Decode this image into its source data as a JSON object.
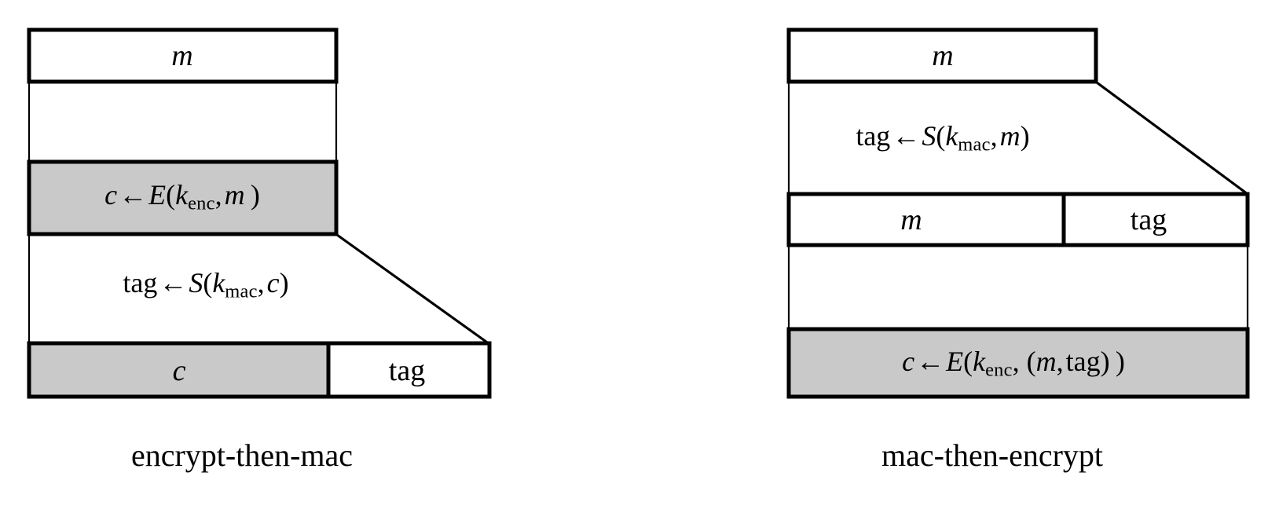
{
  "figure": {
    "background_color": "#ffffff",
    "stroke_color": "#000000",
    "highlight_fill": "#c9c9c9",
    "plain_fill": "#ffffff"
  },
  "panels": [
    {
      "id": "encrypt-then-mac",
      "caption": "encrypt-then-mac",
      "rows": [
        {
          "id": "etm-message",
          "cells": [
            {
              "id": "etm-message-cell",
              "label_html": "<i>m</i>",
              "label_text": "m",
              "fill": "#ffffff"
            }
          ]
        },
        {
          "id": "etm-encrypt",
          "operation_text": "c ← E(k_enc, m )",
          "cells": [
            {
              "id": "etm-encrypt-cell",
              "label_html": "<i>c</i> ← <i>E</i>(<i>k</i><sub>enc</sub>, <i>m</i> )",
              "label_text": "c ← E(kenc, m )",
              "fill": "#c9c9c9"
            }
          ]
        },
        {
          "id": "etm-sign",
          "operation_text": "tag ← S(k_mac, c)",
          "cells": []
        },
        {
          "id": "etm-output",
          "cells": [
            {
              "id": "etm-output-c",
              "label_html": "<i>c</i>",
              "label_text": "c",
              "fill": "#c9c9c9"
            },
            {
              "id": "etm-output-tag",
              "label_html": "tag",
              "label_text": "tag",
              "fill": "#ffffff"
            }
          ]
        }
      ]
    },
    {
      "id": "mac-then-encrypt",
      "caption": "mac-then-encrypt",
      "rows": [
        {
          "id": "mte-message",
          "cells": [
            {
              "id": "mte-message-cell",
              "label_html": "<i>m</i>",
              "label_text": "m",
              "fill": "#ffffff"
            }
          ]
        },
        {
          "id": "mte-sign",
          "operation_text": "tag ← S(k_mac, m)",
          "cells": []
        },
        {
          "id": "mte-tagged",
          "cells": [
            {
              "id": "mte-tagged-m",
              "label_html": "<i>m</i>",
              "label_text": "m",
              "fill": "#ffffff"
            },
            {
              "id": "mte-tagged-tag",
              "label_html": "tag",
              "label_text": "tag",
              "fill": "#ffffff"
            }
          ]
        },
        {
          "id": "mte-encrypt",
          "operation_text": "c ← E(k_enc,  (m, tag) )",
          "cells": [
            {
              "id": "mte-encrypt-cell",
              "label_html": "<i>c</i> ← <i>E</i>(<i>k</i><sub>enc</sub>,  (<i>m</i>, tag) )",
              "label_text": "c ← E(kenc,  (m, tag) )",
              "fill": "#c9c9c9"
            }
          ]
        }
      ]
    }
  ],
  "labels": {
    "m": "m",
    "c": "c",
    "tag": "tag",
    "E": "E",
    "S": "S",
    "k": "k",
    "sub_enc": "enc",
    "sub_mac": "mac",
    "arrow": "←",
    "lparen": "(",
    "rparen": ")",
    "comma": ",",
    "caption_left": "encrypt-then-mac",
    "caption_right": "mac-then-encrypt"
  }
}
